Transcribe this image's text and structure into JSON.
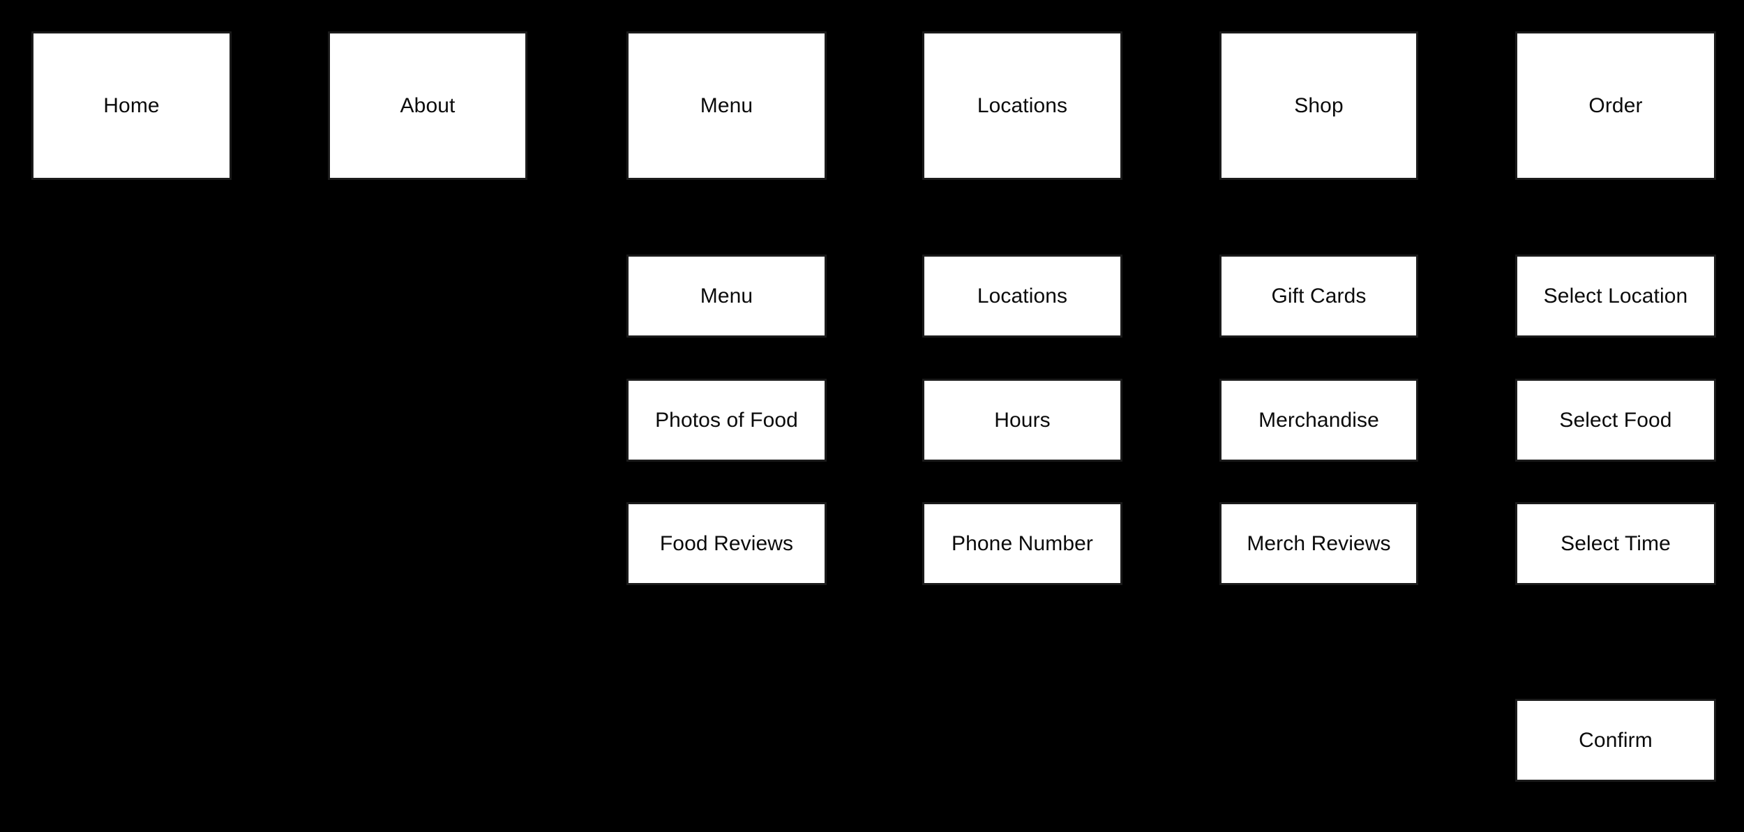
{
  "diagram": {
    "background_color": "#000000",
    "node_fill_color": "#ffffff",
    "node_border_color": "#1b1b1b",
    "node_text_color": "#0b0b0b",
    "columns": [
      {
        "id": "home",
        "root": {
          "label": "Home"
        },
        "children": []
      },
      {
        "id": "about",
        "root": {
          "label": "About"
        },
        "children": []
      },
      {
        "id": "menu",
        "root": {
          "label": "Menu"
        },
        "children": [
          {
            "label": "Menu"
          },
          {
            "label": "Photos of Food"
          },
          {
            "label": "Food Reviews"
          }
        ]
      },
      {
        "id": "locations",
        "root": {
          "label": "Locations"
        },
        "children": [
          {
            "label": "Locations"
          },
          {
            "label": "Hours"
          },
          {
            "label": "Phone Number"
          }
        ]
      },
      {
        "id": "shop",
        "root": {
          "label": "Shop"
        },
        "children": [
          {
            "label": "Gift Cards"
          },
          {
            "label": "Merchandise"
          },
          {
            "label": "Merch Reviews"
          }
        ]
      },
      {
        "id": "order",
        "root": {
          "label": "Order"
        },
        "children": [
          {
            "label": "Select Location"
          },
          {
            "label": "Select Food"
          },
          {
            "label": "Select Time"
          },
          {
            "label": "Confirm"
          }
        ]
      }
    ]
  }
}
